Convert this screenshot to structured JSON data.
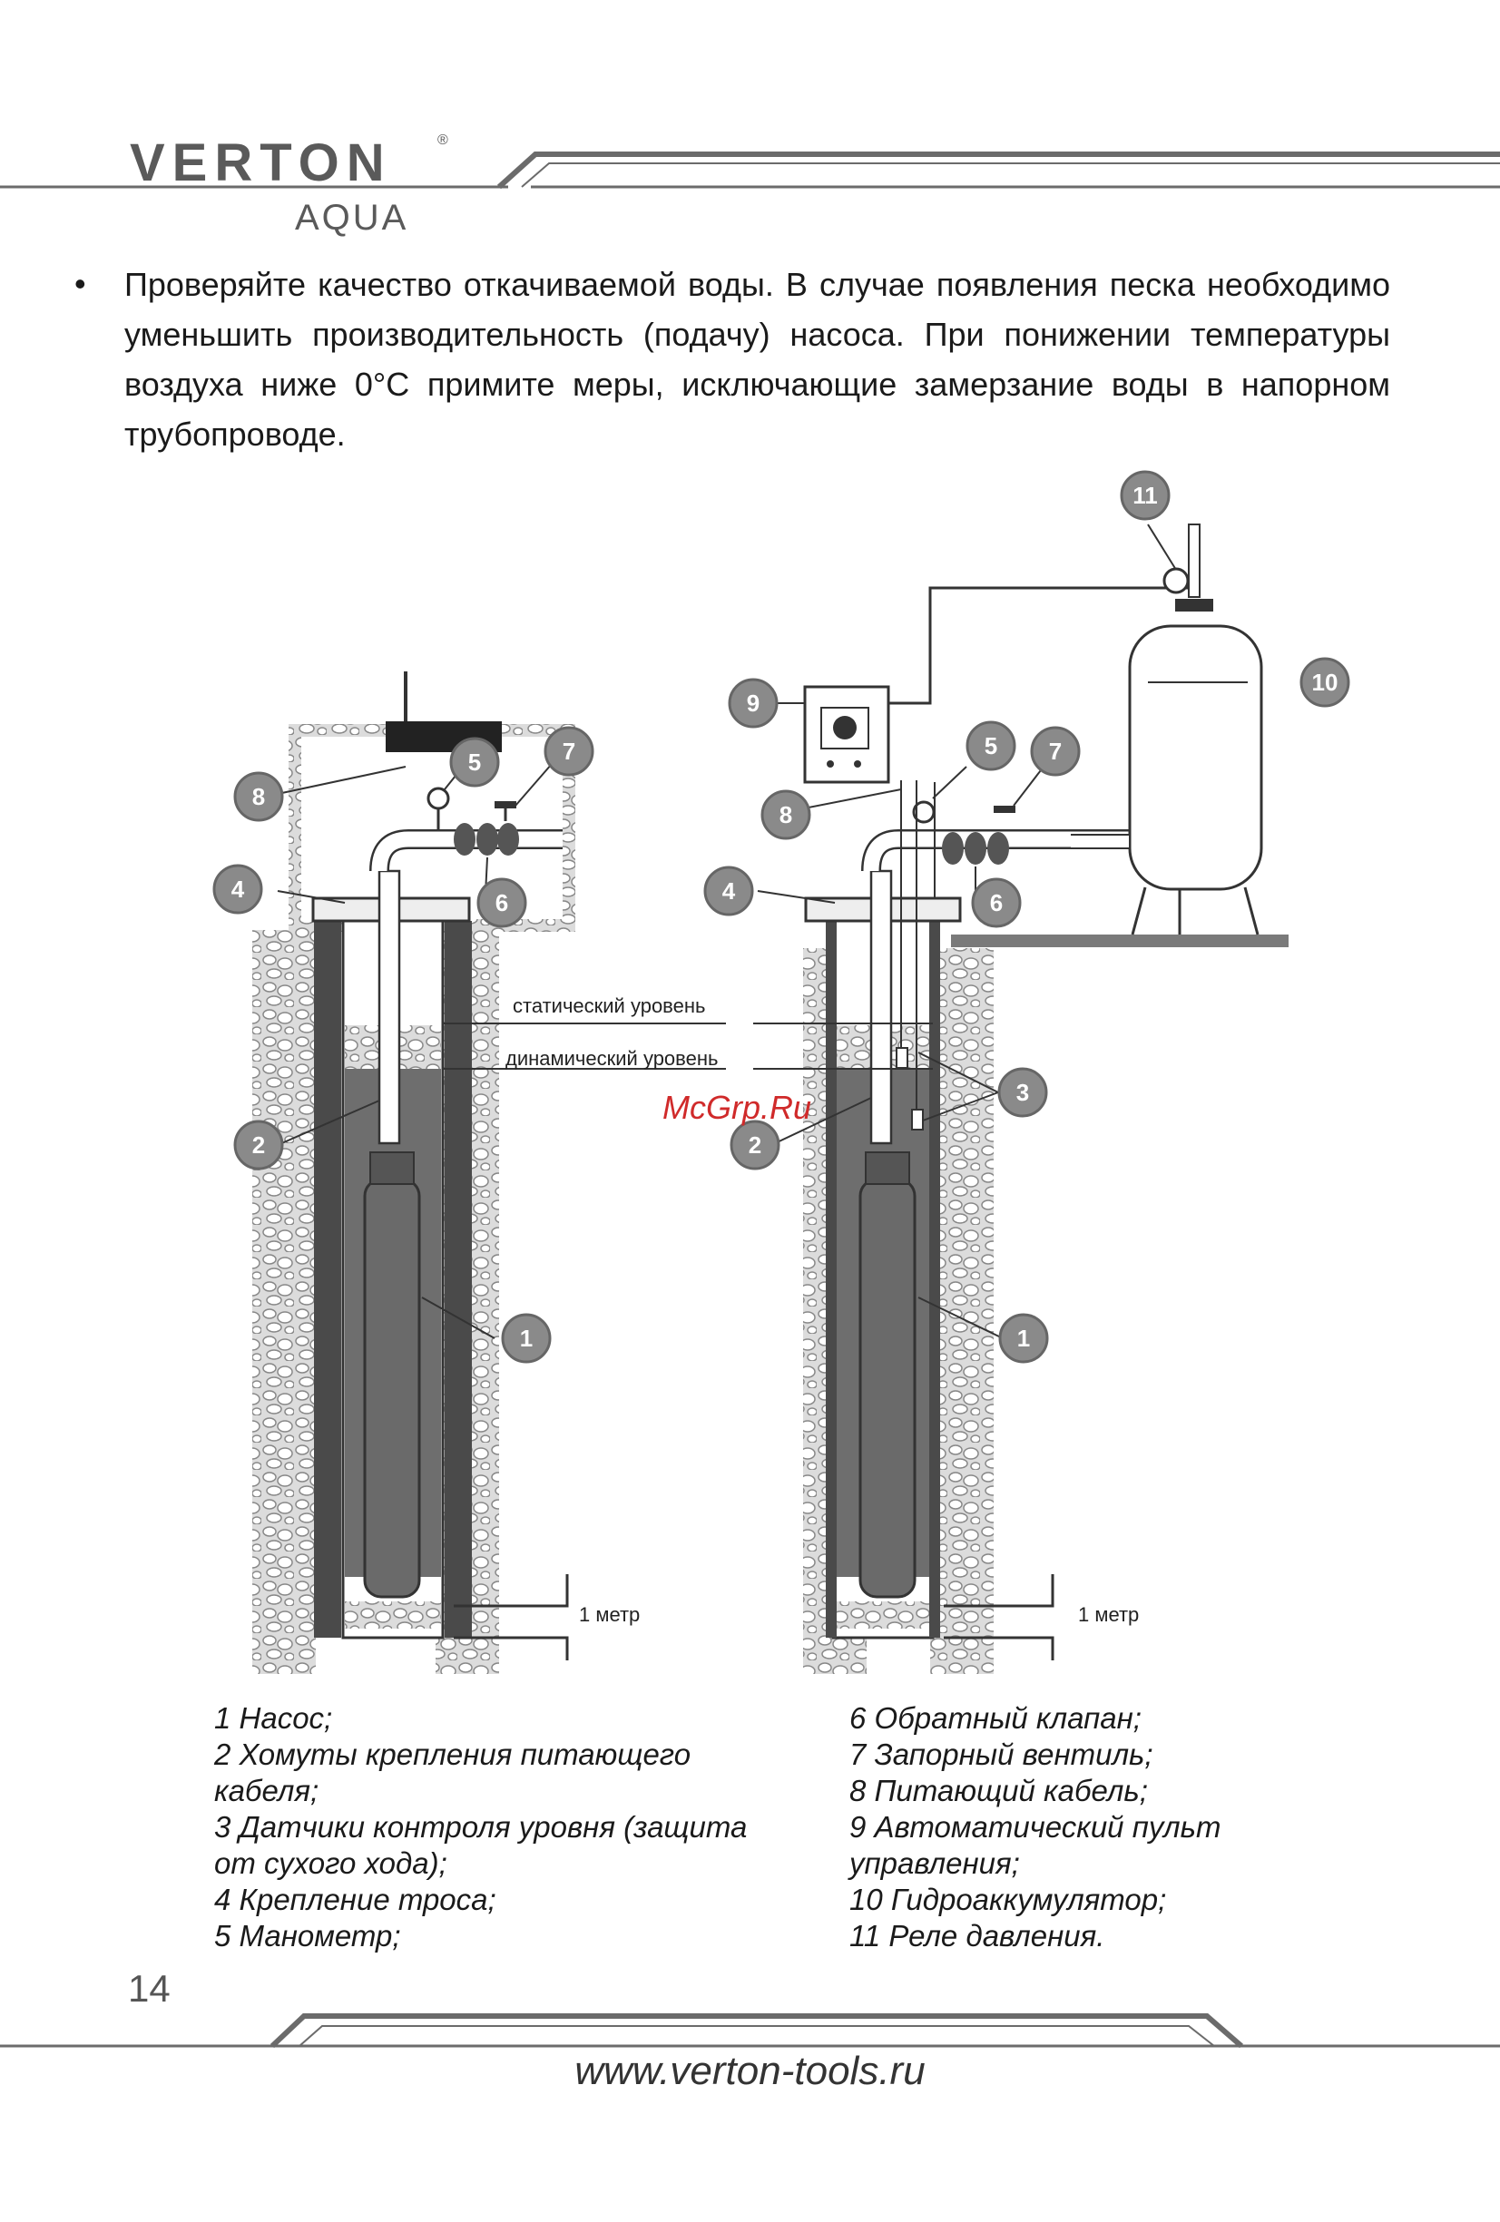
{
  "header": {
    "brand": "VERTON",
    "registered_mark": "®",
    "product_line": "AQUA"
  },
  "body": {
    "bullet": "•",
    "paragraph": "Проверяйте качество откачиваемой воды. В случае появления песка необходимо уменьшить производительность (подачу) насоса. При понижении температуры воздуха ниже 0°С примите меры, исключающие замерзание воды в напорном трубопроводе."
  },
  "diagram": {
    "static_level_label": "статический уровень",
    "dynamic_level_label": "динамический уровень",
    "meter_label": "1 метр",
    "badges": [
      "1",
      "2",
      "3",
      "4",
      "5",
      "6",
      "7",
      "8",
      "9",
      "10",
      "11"
    ]
  },
  "legend": {
    "left": [
      "1 Насос;",
      "2 Хомуты крепления питающего",
      "кабеля;",
      "3 Датчики контроля уровня (защита",
      "от сухого хода);",
      "4 Крепление троса;",
      "5 Манометр;"
    ],
    "right": [
      "6 Обратный клапан;",
      "7 Запорный вентиль;",
      "8 Питающий кабель;",
      "9 Автоматический пульт",
      "управления;",
      "10 Гидроаккумулятор;",
      "11 Реле давления."
    ]
  },
  "footer": {
    "page_number": "14",
    "website": "www.verton-tools.ru"
  },
  "watermark": "McGrp.Ru",
  "colors": {
    "badge": "#8a8a8a",
    "water": "#6e6e6e",
    "gravel": "#cfcfcf",
    "frame_lines": "#666666"
  }
}
